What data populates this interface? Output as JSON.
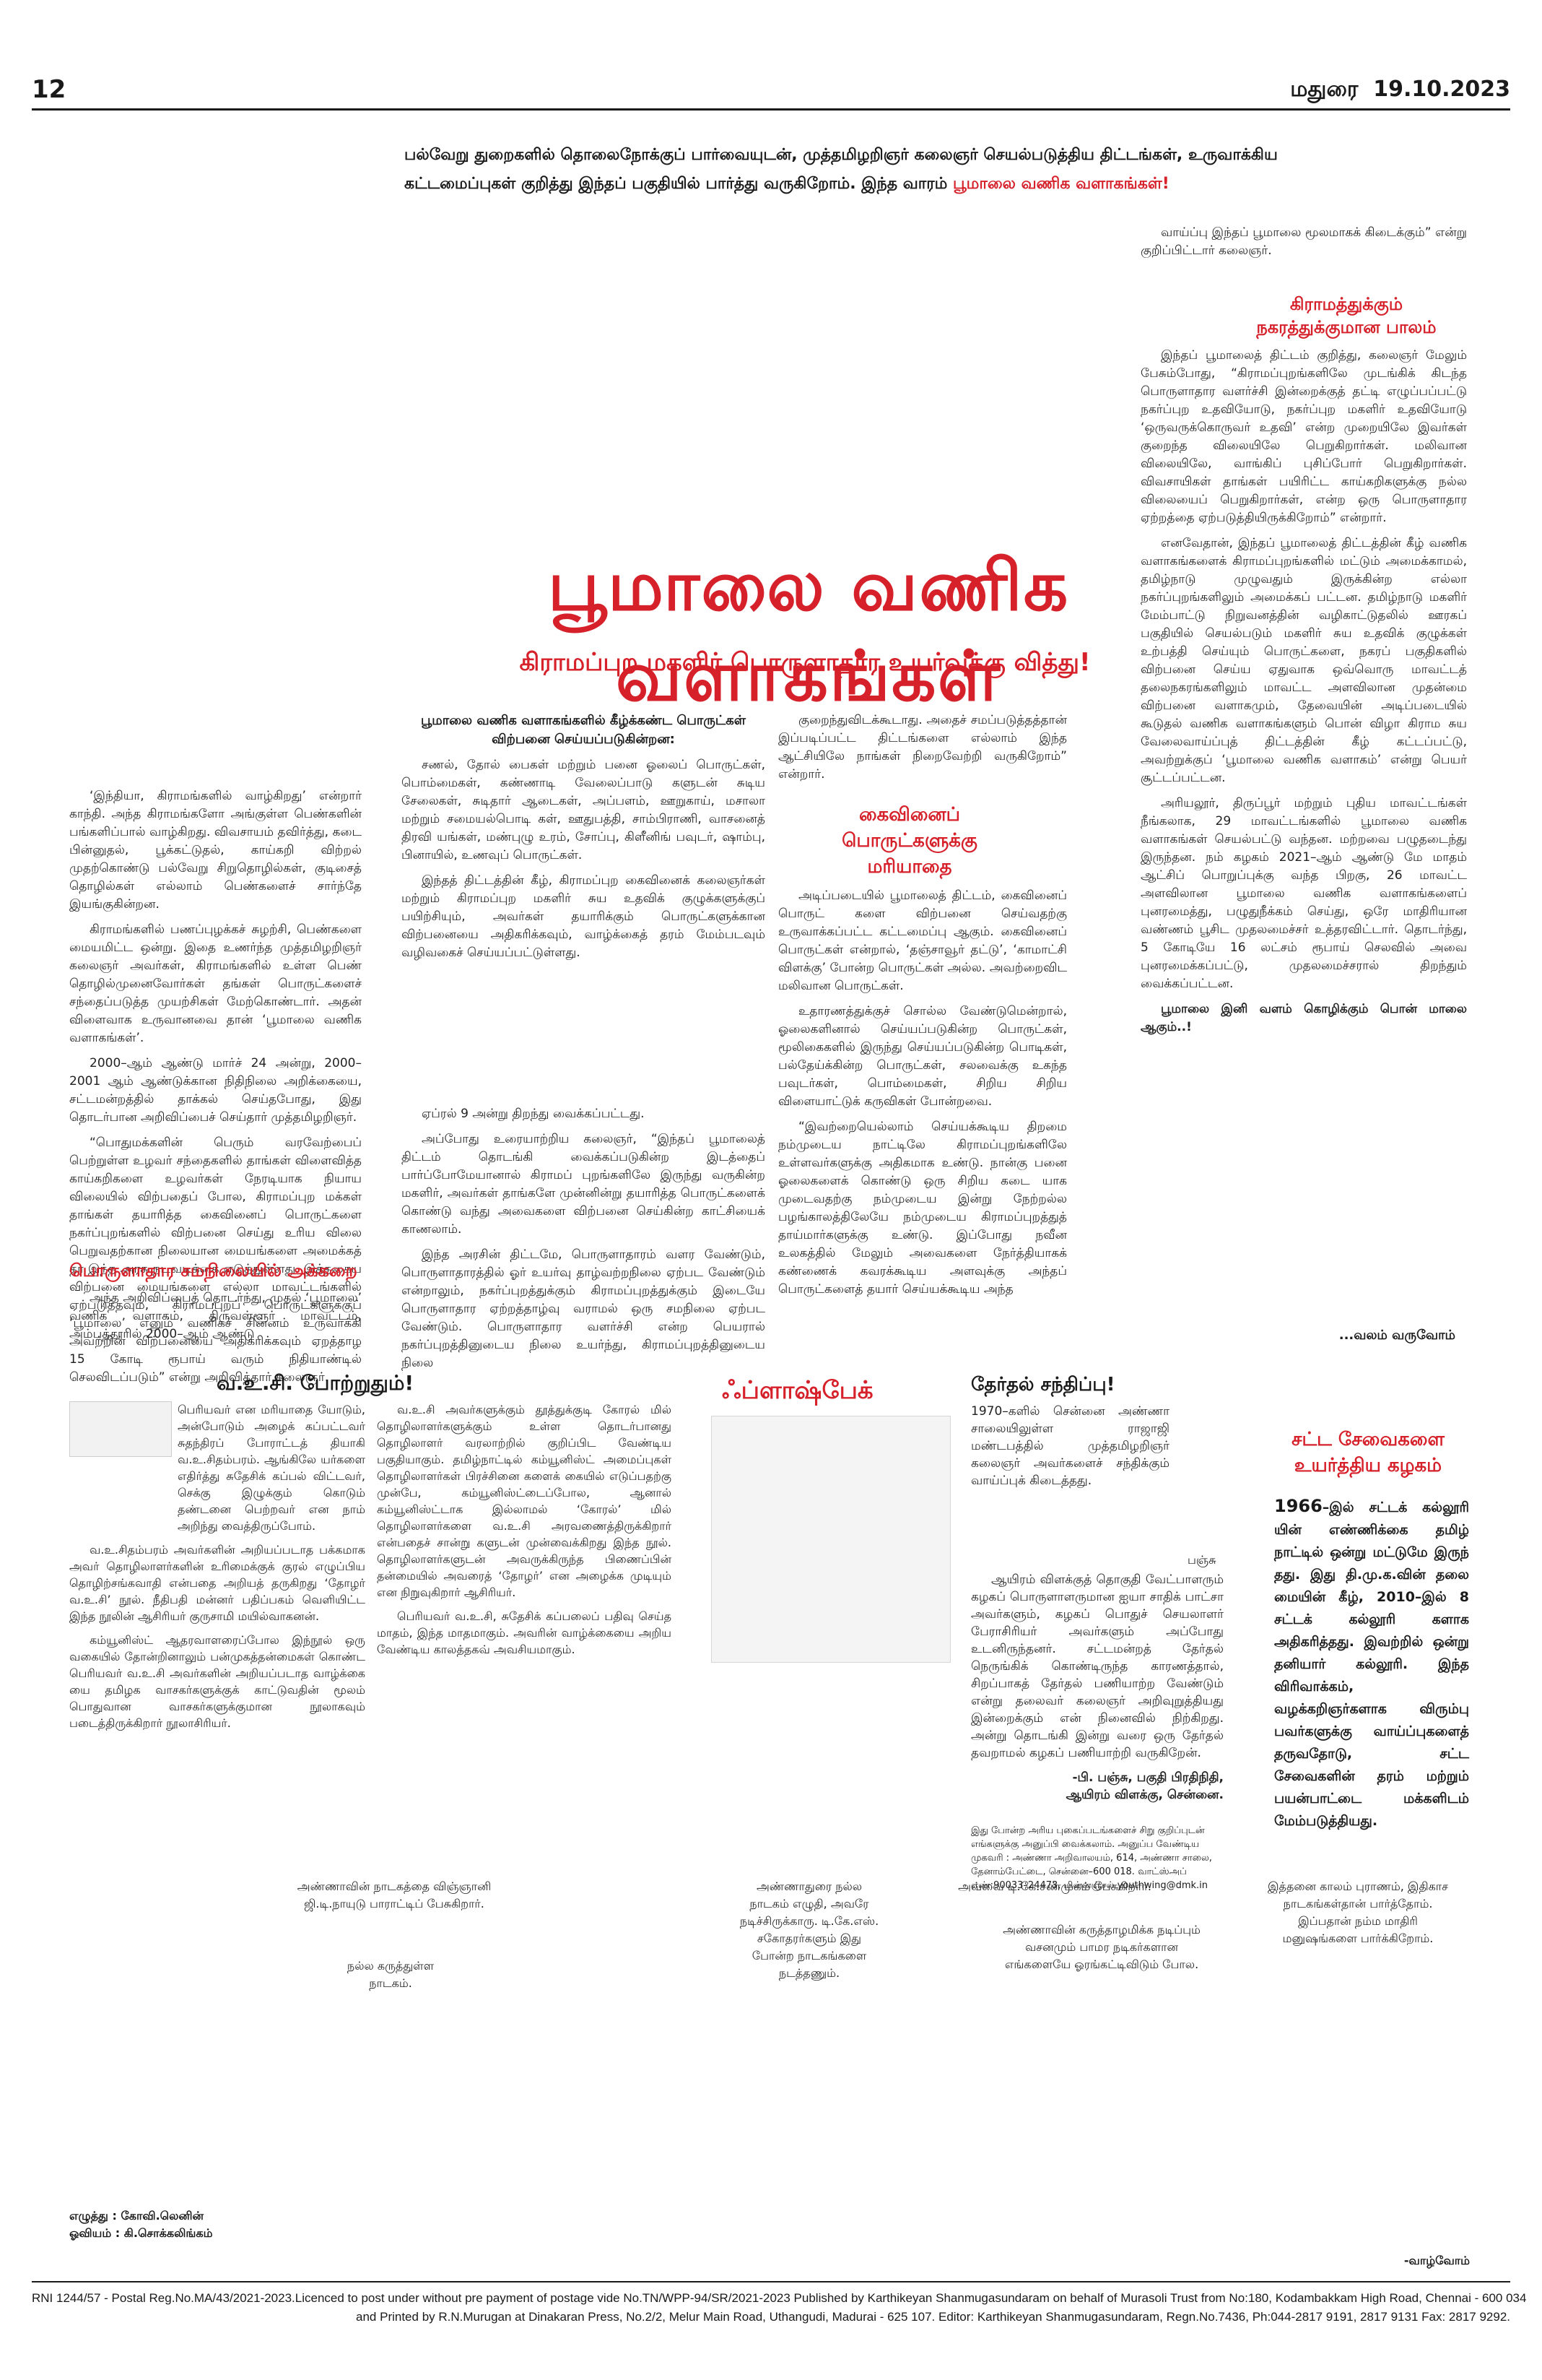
{
  "header": {
    "page_number": "12",
    "city_date": "மதுரை  19.10.2023"
  },
  "intro": {
    "text": "பல்வேறு துறைகளில் தொலைநோக்குப் பார்வையுடன், முத்தமிழறிஞர் கலைஞர் செயல்படுத்திய திட்டங்கள், உருவாக்கிய கட்டமைப்புகள் குறித்து இந்தப் பகுதியில் பார்த்து வருகிறோம். இந்த வாரம் ",
    "highlight": "பூமாலை வணிக வளாகங்கள்!"
  },
  "feature": {
    "title": "பூமாலை வணிக வளாகங்கள்",
    "subtitle": "கிராமப்புற மகளிர் பொருளாதார உயர்வுக்கு வித்து!",
    "col1_paras": [
      "‘இந்தியா, கிராமங்களில் வாழ்கிறது’ என்றார் காந்தி. அந்த கிராமங்களோ அங்குள்ள பெண்களின் பங்களிப்பால் வாழ்கிறது. விவசாயம் தவிர்த்து, கடை பின்னுதல், பூக்கட்டுதல், காய்கறி விற்றல் முதற்கொண்டு பல்வேறு சிறுதொழில்கள், குடிசைத் தொழில்கள் எல்லாம் பெண்களைச் சார்ந்தே இயங்குகின்றன.",
      "கிராமங்களில் பணப்புழக்கச் சுழற்சி, பெண்களை மையமிட்ட ஒன்று. இதை உணர்ந்த முத்தமிழறிஞர் கலைஞர் அவர்கள், கிராமங்களில் உள்ள பெண் தொழில்முனைவோர்கள் தங்கள் பொருட்களைச் சந்தைப்படுத்த முயற்சிகள் மேற்கொண்டார். அதன் விளைவாக உருவானவை தான் ‘பூமாலை வணிக வளாகங்கள்’.",
      "2000–ஆம் ஆண்டு மார்ச் 24 அன்று, 2000–2001 ஆம் ஆண்டுக்கான நிதிநிலை அறிக்கையை, சட்டமன்றத்தில் தாக்கல் செய்தபோது, இது தொடர்பான அறிவிப்பைச் செய்தார் முத்தமிழறிஞர்.",
      "“பொதுமக்களின் பெரும் வரவேற்பைப் பெற்றுள்ள உழவர் சந்தைகளில் தாங்கள் விளைவித்த காய்கறிகளை உழவர்கள் நேரடியாக நியாய விலையில் விற்பதைப் போல, கிராமப்புற மக்கள் தாங்கள் தயாரித்த கைவினைப் பொருட்களை நகர்ப்புறங்களில் விற்பனை செய்து உரிய விலை பெறுவதற்கான நிலையான மையங்களை அமைக்கத் தர இந்த அரசு நடவடிக்கை எடுத்துள்ளது. இத்தகைய விற்பனை மையங்களை எல்லா மாவட்டங்களில் ஏற்படுத்தவும், கிராமப்புறப் பொருட்களுக்குப் ‘பூமாலை’ எனும் வணிகச் சின்னம் உருவாக்கி அவற்றின் விற்பனையை அதிகரிக்கவும் ஏறத்தாழ 15 கோடி ரூபாய் வரும் நிதியாண்டில் செலவிடப்படும்” என்று அறிவித்தார் கலைஞர்."
    ],
    "col1_subhead": "பொருளாதார சமநிலையில் அக்கறை",
    "col1_tail": "அந்த அறிவிப்பைத் தொடர்ந்து, முதல் ‘பூமாலை’ வணிக வளாகம், திருவள்ளூர் மாவட்டம், அம்பத்தூரில் 2000–ஆம் ஆண்டு",
    "box_title": "பூமாலை வணிக வளாகங்களில் கீழ்க்கண்ட பொருட்கள் விற்பனை செய்யப்படுகின்றன:",
    "box_paras": [
      "சணல், தோல் பைகள் மற்றும் பனை ஓலைப் பொருட்கள், பொம்மைகள், கண்ணாடி வேலைப்பாடு களுடன் சுடிய சேலைகள், சுடிதார் ஆடைகள், அப்பளம், ஊறுகாய், மசாலா மற்றும் சமையல்பொடி கள், ஊதுபத்தி, சாம்பிராணி, வாசனைத் திரவி யங்கள், மண்புழு உரம், சோப்பு, கிளீனிங் பவுடர், ஷாம்பு, பினாயில், உணவுப் பொருட்கள்.",
      "இந்தத் திட்டத்தின் கீழ், கிராமப்புற கைவினைக் கலைஞர்கள் மற்றும் கிராமப்புற மகளிர் சுய உதவிக் குழுக்களுக்குப் பயிற்சியும், அவர்கள் தயாரிக்கும் பொருட்களுக்கான விற்பனையை அதிகரிக்கவும், வாழ்க்கைத் தரம் மேம்படவும் வழிவகைச் செய்யப்பட்டுள்ளது."
    ],
    "col2_paras": [
      "ஏப்ரல் 9 அன்று திறந்து வைக்கப்பட்டது.",
      "அப்போது உரையாற்றிய கலைஞர், “இந்தப் பூமாலைத் திட்டம் தொடங்கி வைக்கப்படுகின்ற இடத்தைப் பார்ப்போமேயானால் கிராமப் புறங்களிலே இருந்து வருகின்ற மகளிர், அவர்கள் தாங்களே முன்னின்று தயாரித்த பொருட்களைக் கொண்டு வந்து அவைகளை விற்பனை செய்கின்ற காட்சியைக் காணலாம்.",
      "இந்த அரசின் திட்டமே, பொருளாதாரம் வளர வேண்டும், பொருளாதாரத்தில் ஓர் உயர்வு தாழ்வற்றநிலை ஏற்பட வேண்டும் என்றாலும், நகர்ப்புறத்துக்கும் கிராமப்புறத்துக்கும் இடையே பொருளாதார ஏற்றத்தாழ்வு வராமல் ஒரு சமநிலை ஏற்பட வேண்டும். பொருளாதார வளர்ச்சி என்ற பெயரால் நகர்ப்புறத்தினுடைய நிலை உயர்ந்து, கிராமப்புறத்தினுடைய நிலை"
    ],
    "col3_top": "குறைந்துவிடக்கூடாது. அதைச் சமப்படுத்தத்தான் இப்படிப்பட்ட திட்டங்களை எல்லாம் இந்த ஆட்சியிலே நாங்கள் நிறைவேற்றி வருகிறோம்” என்றார்.",
    "col3_subhead": "கைவினைப் பொருட்களுக்கு மரியாதை",
    "col3_paras": [
      "அடிப்படையில் பூமாலைத் திட்டம், கைவினைப் பொருட் களை விற்பனை செய்வதற்கு உருவாக்கப்பட்ட கட்டமைப்பு ஆகும். கைவினைப் பொருட்கள் என்றால், ‘தஞ்சாவூர் தட்டு’, ‘காமாட்சி விளக்கு’ போன்ற பொருட்கள் அல்ல. அவற்றைவிட மலிவான பொருட்கள்.",
      "உதாரணத்துக்குச் சொல்ல வேண்டுமென்றால், ஓலைகளினால் செய்யப்படுகின்ற பொருட்கள், மூலிகைகளில் இருந்து செய்யப்படுகின்ற பொடிகள், பல்தேய்க்கின்ற பொருட்கள், சலவைக்கு உகந்த பவுடர்கள், பொம்மைகள், சிறிய சிறிய விளையாட்டுக் கருவிகள் போன்றவை.",
      "“இவற்றையெல்லாம் செய்யக்கூடிய திறமை நம்முடைய நாட்டிலே கிராமப்புறங்களிலே உள்ளவர்களுக்கு அதிகமாக உண்டு. நான்கு பனை ஓலைகளைக் கொண்டு ஒரு சிறிய கடை யாக முடைவதற்கு நம்முடைய இன்று நேற்றல்ல பழங்காலத்திலேயே நம்முடைய கிராமப்புறத்துத் தாய்மார்களுக்கு உண்டு. இப்போது நவீன உலகத்தில் மேலும் அவைகளை நேர்த்தியாகக் கண்ணைக் கவரக்கூடிய அளவுக்கு அந்தப் பொருட்களைத் தயார் செய்யக்கூடிய அந்த"
    ],
    "col4_top": "வாய்ப்பு இந்தப் பூமாலை மூலமாகக் கிடைக்கும்” என்று குறிப்பிட்டார் கலைஞர்.",
    "col4_subhead": "கிராமத்துக்கும் நகரத்துக்குமான பாலம்",
    "col4_paras": [
      "இந்தப் பூமாலைத் திட்டம் குறித்து, கலைஞர் மேலும் பேசும்போது, “கிராமப்புறங்களிலே முடங்கிக் கிடந்த பொருளாதார வளர்ச்சி இன்றைக்குத் தட்டி எழுப்பப்பட்டு நகர்ப்புற உதவியோடு, நகர்ப்புற மகளிர் உதவியோடு ‘ஒருவருக்கொருவர் உதவி’ என்ற முறையிலே இவர்கள் குறைந்த விலையிலே பெறுகிறார்கள். மலிவான விலையிலே, வாங்கிப் புசிப்போர் பெறுகிறார்கள். விவசாயிகள் தாங்கள் பயிரிட்ட காய்கறிகளுக்கு நல்ல விலையைப் பெறுகிறார்கள், என்ற ஒரு பொருளாதார ஏற்றத்தை ஏற்படுத்தியிருக்கிறோம்” என்றார்.",
      "எனவேதான், இந்தப் பூமாலைத் திட்டத்தின் கீழ் வணிக வளாகங்களைக் கிராமப்புறங்களில் மட்டும் அமைக்காமல், தமிழ்நாடு முழுவதும் இருக்கின்ற எல்லா நகர்ப்புறங்களிலும் அமைக்கப் பட்டன. தமிழ்நாடு மகளிர் மேம்பாட்டு நிறுவனத்தின் வழிகாட்டுதலில் ஊரகப் பகுதியில் செயல்படும் மகளிர் சுய உதவிக் குழுக்கள் உற்பத்தி செய்யும் பொருட்களை, நகரப் பகுதிகளில் விற்பனை செய்ய ஏதுவாக ஒவ்வொரு மாவட்டத் தலைநகரங்களிலும் மாவட்ட அளவிலான முதன்மை விற்பனை வளாகமும், தேவையின் அடிப்படையில் கூடுதல் வணிக வளாகங்களும் பொன் விழா கிராம சுய வேலைவாய்ப்புத் திட்டத்தின் கீழ் கட்டப்பட்டு, அவற்றுக்குப் ‘பூமாலை வணிக வளாகம்’ என்று பெயர் சூட்டப்பட்டன.",
      "அரியலூர், திருப்பூர் மற்றும் புதிய மாவட்டங்கள் நீங்கலாக, 29 மாவட்டங்களில் பூமாலை வணிக வளாகங்கள் செயல்பட்டு வந்தன. மற்றவை பழுதடைந்து இருந்தன. நம் கழகம் 2021–ஆம் ஆண்டு மே மாதம் ஆட்சிப் பொறுப்புக்கு வந்த பிறகு, 26 மாவட்ட அளவிலான பூமாலை வணிக வளாகங்களைப் புனரமைத்து, பழுதுநீக்கம் செய்து, ஒரே மாதிரியான வண்ணம் பூசிட முதலமைச்சர் உத்தரவிட்டார். தொடர்ந்து, 5 கோடியே 16 லட்சம் ரூபாய் செலவில் அவை புனரமைக்கப்பட்டு, முதலமைச்சரால் திறந்தும் வைக்கப்பட்டன."
    ],
    "col4_closing": "பூமாலை இனி வளம் கொழிக்கும் பொன் மாலை ஆகும்..!",
    "col4_continue": "...வலம் வருவோம்"
  },
  "voc": {
    "title": "வ.உ.சி. போற்றுதும்!",
    "col_a": [
      "பெரியவர் என மரியாதை யோடும், அன்போடும் அழைக் கப்பட்டவர் சுதந்திரப் போராட்டத் தியாகி வ.உ.சிதம்பரம். ஆங்கிலே யர்களை எதிர்த்து சுதேசிக் கப்பல் விட்டவர், செக்கு இழுக்கும் கொடும் தண்டனை பெற்றவர் என நாம் அறிந்து வைத்திருப்போம்.",
      "வ.உ.சிதம்பரம் அவர்களின் அறியப்படாத பக்கமாக அவர் தொழிலாளர்களின் உரிமைக்குக் குரல் எழுப்பிய தொழிற்சங்கவாதி என்பதை அறியத் தருகிறது ‘தோழர் வ.உ.சி’ நூல். நீதிபதி மன்னர் பதிப்பகம் வெளியிட்ட இந்த நூலின் ஆசிரியர் குருசாமி மயில்வாகனன்.",
      "கம்யூனிஸ்ட் ஆதரவாளரைப்போல இந்நூல் ஒரு வகையில் தோன்றினாலும் பன்முகத்தன்மைகள் கொண்ட பெரியவர் வ.உ.சி அவர்களின் அறியப்படாத வாழ்க்கை யை தமிழக வாசகர்களுக்குக் காட்டுவதின் மூலம் பொதுவான வாசகர்களுக்குமான நூலாகவும் படைத்திருக்கிறார் நூலாசிரியர்."
    ],
    "col_b": [
      "வ.உ.சி அவர்களுக்கும் தூத்துக்குடி கோரல் மில் தொழிலாளர்களுக்கும் உள்ள தொடர்பானது தொழிலாளர் வரலாற்றில் குறிப்பிட வேண்டிய பகுதியாகும். தமிழ்நாட்டில் கம்யூனிஸ்ட் அமைப்புகள் தொழிலாளர்கள் பிரச்சினை களைக் கையில் எடுப்பதற்கு முன்பே, கம்யூனிஸ்ட்டைப்போல, ஆனால் கம்யூனிஸ்ட்டாக இல்லாமல் ‘கோரல்’ மில் தொழிலாளர்களை வ.உ.சி அரவணைத்திருக்கிறார் என்பதைச் சான்று களுடன் முன்வைக்கிறது இந்த நூல். தொழிலாளர்களுடன் அவருக்கிருந்த பிணைப்பின் தன்மையில் அவரைத் ‘தோழர்’ என அழைக்க முடியும் என நிறுவுகிறார் ஆசிரியர்.",
      "பெரியவர் வ.உ.சி, சுதேசிக் கப்பலைப் பதிவு செய்த மாதம், இந்த மாதமாகும். அவரின் வாழ்க்கையை அறிய வேண்டிய காலத்தகவ் அவசியமாகும்."
    ]
  },
  "flashback": {
    "label": "ஃப்ளாஷ்பேக்",
    "title": "தேர்தல் சந்திப்பு!",
    "body": "1970–களில் சென்னை அண்ணா சாலையிலுள்ள ராஜாஜி மண்டபத்தில் முத்தமிழறிஞர் கலைஞர் அவர்களைச் சந்திக்கும் வாய்ப்புக் கிடைத்தது.",
    "photo_caption": "பஞ்சு",
    "body2": "ஆயிரம் விளக்குத் தொகுதி வேட்பாளரும் கழகப் பொருளாளருமான ஐயா சாதிக் பாட்சா அவர்களும், கழகப் பொதுச் செயலாளர் பேராசிரியர் அவர்களும் அப்போது உடனிருந்தனர். சட்டமன்றத் தேர்தல் நெருங்கிக் கொண்டிருந்த காரணத்தால், சிறப்பாகத் தேர்தல் பணியாற்ற வேண்டும் என்று தலைவர் கலைஞர் அறிவுறுத்தியது இன்றைக்கும் என் நினைவில் நிற்கிறது. அன்று தொடங்கி இன்று வரை ஒரு தேர்தல் தவறாமல் கழகப் பணியாற்றி வருகிறேன்.",
    "signature": "-பி. பஞ்சு, பகுதி பிரதிநிதி,",
    "signature2": "ஆயிரம் விளக்கு, சென்னை.",
    "note": "இது போன்ற அரிய புகைப்படங்களைச் சிறு குறிப்புடன் எங்களுக்கு அனுப்பி வைக்கலாம். அனுப்ப வேண்டிய முகவரி : அண்ணா அறிவாலயம், 614, அண்ணா சாலை, தேனாம்பேட்டை, சென்னை–600 018. வாட்ஸ்அப் எண்:90033–24473, மின்னஞ்சல் youthwing@dmk.in"
  },
  "law": {
    "title": "சட்ட சேவைகளை உயர்த்திய கழகம்",
    "body_lead": "1966",
    "body": "–இல் சட்டக் கல்லூரி யின் எண்ணிக்கை தமிழ் நாட்டில் ஒன்று மட்டுமே இருந் தது. இது தி.மு.க.வின் தலை மையின் கீழ், 2010–இல் 8 சட்டக் கல்லூரி களாக அதிகரித்தது. இவற்றில் ஒன்று தனியார் கல்லூரி. இந்த விரிவாக்கம், வழக்கறிஞர்களாக விரும்பு பவர்களுக்கு வாய்ப்புகளைத் தருவதோடு, சட்ட சேவைகளின் தரம் மற்றும் பயன்பாட்டை மக்களிடம் மேம்படுத்தியது."
  },
  "comic": {
    "p1_top": "அண்ணாவின் நாடகத்தை விஞ்ஞானி ஜி.டி.நாயுடு பாராட்டிப் பேசுகிறார்.",
    "p1_bottom": "நல்ல கருத்துள்ள நாடகம்.",
    "p2": "அண்ணாதுரை நல்ல நாடகம் எழுதி, அவரே நடிச்சிருக்காரு. டி.கே.எஸ். சகோதரர்களும் இது போன்ற நாடகங்களை நடத்தணும்.",
    "p3_top": "அவ்வை டி.கே.சண்முகம் பேசுகிறார்.",
    "p3_bottom": "அண்ணாவின் கருத்தாழமிக்க நடிப்பும் வசனமும் பாமர நடிகர்களான எங்களையே ஓரங்கட்டிவிடும் போல.",
    "p4": "இத்தனை காலம் புராணம், இதிகாச நாடகங்கள்தான் பார்த்தோம். இப்பதான் நம்ம மாதிரி மனுஷங்களை பார்க்கிறோம்.",
    "credit_writer": "எழுத்து : கோவி.லெனின்",
    "credit_artist": "ஓவியம் : கி.சொக்கலிங்கம்",
    "continue": "-வாழ்வோம்"
  },
  "footer": {
    "line1": "RNI 1244/57 - Postal Reg.No.MA/43/2021-2023.Licenced to post under without pre payment of postage vide No.TN/WPP-94/SR/2021-2023 Published by Karthikeyan Shanmugasundaram on behalf of Murasoli Trust from No:180, Kodambakkam High Road, Chennai - 600 034",
    "line2": "and Printed by R.N.Murugan at Dinakaran Press, No.2/2, Melur Main Road, Uthangudi, Madurai - 625 107. Editor: Karthikeyan Shanmugasundaram, Regn.No.7436, Ph:044-2817 9191, 2817 9131 Fax: 2817 9292."
  },
  "colors": {
    "accent_red": "#d6202a",
    "ink": "#1a1a1a"
  }
}
